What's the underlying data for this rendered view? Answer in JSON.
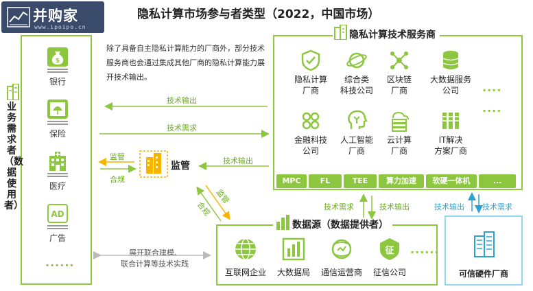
{
  "logo": {
    "name": "并购家",
    "url": "www.ipoipo.cn"
  },
  "title": "隐私计算市场参与者类型（2022，中国市场）",
  "demand": {
    "label": "业务需求者（数据使用者）",
    "items": [
      {
        "label": "银行",
        "icon": "money-bag-icon"
      },
      {
        "label": "保险",
        "icon": "umbrella-icon"
      },
      {
        "label": "医疗",
        "icon": "hospital-icon"
      },
      {
        "label": "广告",
        "icon": "ad-icon"
      }
    ],
    "more": "......"
  },
  "description": "除了具备自主隐私计算能力的厂商外，部分技术服务商也会通过集成其他厂商的隐私计算能力展开技术输出。",
  "service": {
    "label": "隐私计算技术服务商",
    "row1": [
      {
        "line1": "隐私计算",
        "line2": "厂商",
        "icon": "shield-check-icon"
      },
      {
        "line1": "综合类",
        "line2": "科技公司",
        "icon": "globe-orbit-icon"
      },
      {
        "line1": "区块链",
        "line2": "厂商",
        "icon": "blockchain-icon"
      },
      {
        "line1": "大数据服务",
        "line2": "公司",
        "icon": "database-icon"
      }
    ],
    "row2": [
      {
        "line1": "金融科技",
        "line2": "公司",
        "icon": "finance-network-icon"
      },
      {
        "line1": "人工智能",
        "line2": "厂商",
        "icon": "ai-head-icon"
      },
      {
        "line1": "云计算",
        "line2": "厂商",
        "icon": "cloud-server-icon"
      },
      {
        "line1": "IT解决",
        "line2": "方案厂商",
        "icon": "it-solution-icon"
      }
    ],
    "more": "....",
    "tech": [
      "MPC",
      "FL",
      "TEE",
      "算力加速",
      "软硬一体机",
      "..."
    ]
  },
  "flows": {
    "tech_output": "技术输出",
    "tech_demand": "技术需求",
    "regulate": "监管",
    "comply": "合规",
    "joint_modeling_line1": "展开联合建模、",
    "joint_modeling_line2": "联合计算等技术实践"
  },
  "regulator": {
    "label": "监管"
  },
  "source": {
    "label": "数据源（数据提供者）",
    "items": [
      {
        "label": "互联网企业",
        "icon": "internet-globe-icon"
      },
      {
        "label": "大数据局",
        "icon": "bar-chart-icon"
      },
      {
        "label": "通信运营商",
        "icon": "telecom-icon"
      },
      {
        "label": "征信公司",
        "icon": "credit-badge-icon"
      }
    ],
    "more": "......"
  },
  "hardware": {
    "label": "可信硬件厂商"
  },
  "colors": {
    "green": "#8dc63f",
    "blue": "#2aa3d4",
    "accent_yellow": "#f5b400",
    "logo_bg": "#3a4a6b"
  }
}
